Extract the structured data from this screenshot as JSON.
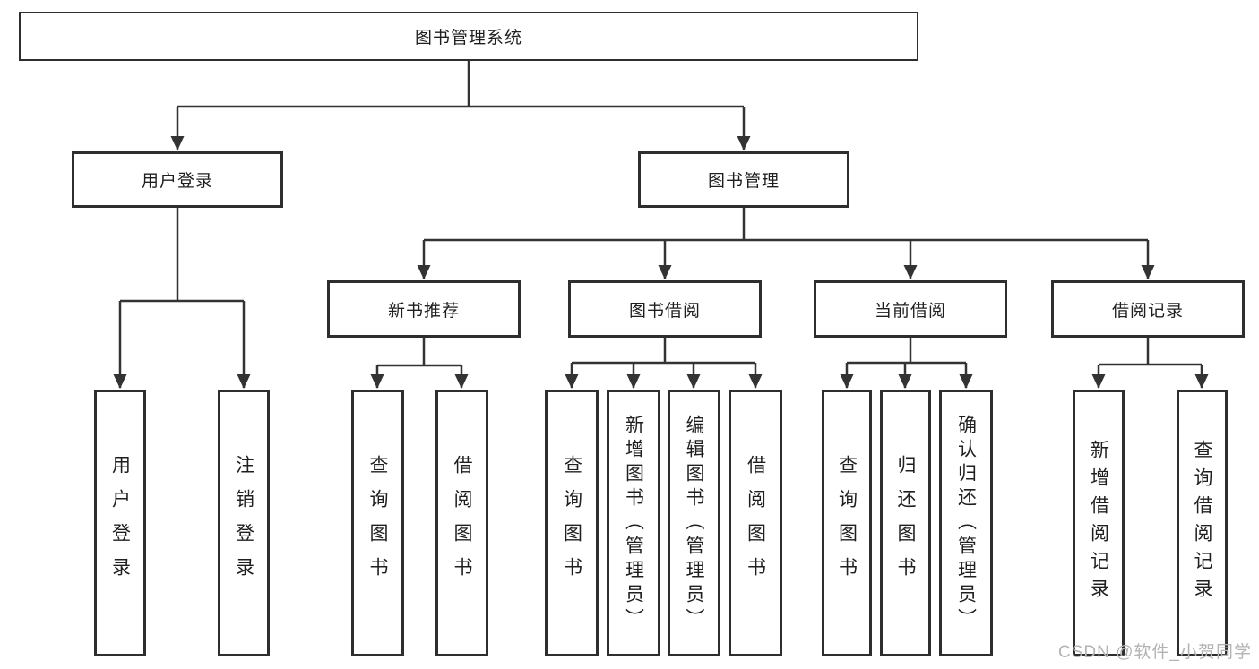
{
  "diagram": {
    "type": "hierarchy-tree",
    "colors": {
      "line": "#333333",
      "box_border": "#2e2e2e",
      "text": "#1f1f1f",
      "watermark": "#b3b3b3",
      "background": "#ffffff"
    },
    "nodes": {
      "root": "图书管理系统",
      "user_login": "用户登录",
      "book_mgmt": "图书管理",
      "new_book_rec": "新书推荐",
      "book_borrow": "图书借阅",
      "current_borrow": "当前借阅",
      "borrow_records": "借阅记录",
      "leaf_user_login": "用户登录",
      "leaf_logout": "注销登录",
      "rec_query_books": "查询图书",
      "rec_borrow_books": "借阅图书",
      "bb_query_books": "查询图书",
      "bb_add_books": "新增图书（管理员）",
      "bb_edit_books": "编辑图书（管理员）",
      "bb_borrow_books": "借阅图书",
      "cb_query_books": "查询图书",
      "cb_return_books": "归还图书",
      "cb_confirm_return": "确认归还（管理员）",
      "br_add_record": "新增借阅记录",
      "br_query_record": "查询借阅记录"
    },
    "edges": [
      [
        "root",
        "user_login"
      ],
      [
        "root",
        "book_mgmt"
      ],
      [
        "user_login",
        "leaf_user_login"
      ],
      [
        "user_login",
        "leaf_logout"
      ],
      [
        "book_mgmt",
        "new_book_rec"
      ],
      [
        "book_mgmt",
        "book_borrow"
      ],
      [
        "book_mgmt",
        "current_borrow"
      ],
      [
        "book_mgmt",
        "borrow_records"
      ],
      [
        "new_book_rec",
        "rec_query_books"
      ],
      [
        "new_book_rec",
        "rec_borrow_books"
      ],
      [
        "book_borrow",
        "bb_query_books"
      ],
      [
        "book_borrow",
        "bb_add_books"
      ],
      [
        "book_borrow",
        "bb_edit_books"
      ],
      [
        "book_borrow",
        "bb_borrow_books"
      ],
      [
        "current_borrow",
        "cb_query_books"
      ],
      [
        "current_borrow",
        "cb_return_books"
      ],
      [
        "current_borrow",
        "cb_confirm_return"
      ],
      [
        "borrow_records",
        "br_add_record"
      ],
      [
        "borrow_records",
        "br_query_record"
      ]
    ]
  },
  "watermark": "CSDN @软件_小贺同学"
}
